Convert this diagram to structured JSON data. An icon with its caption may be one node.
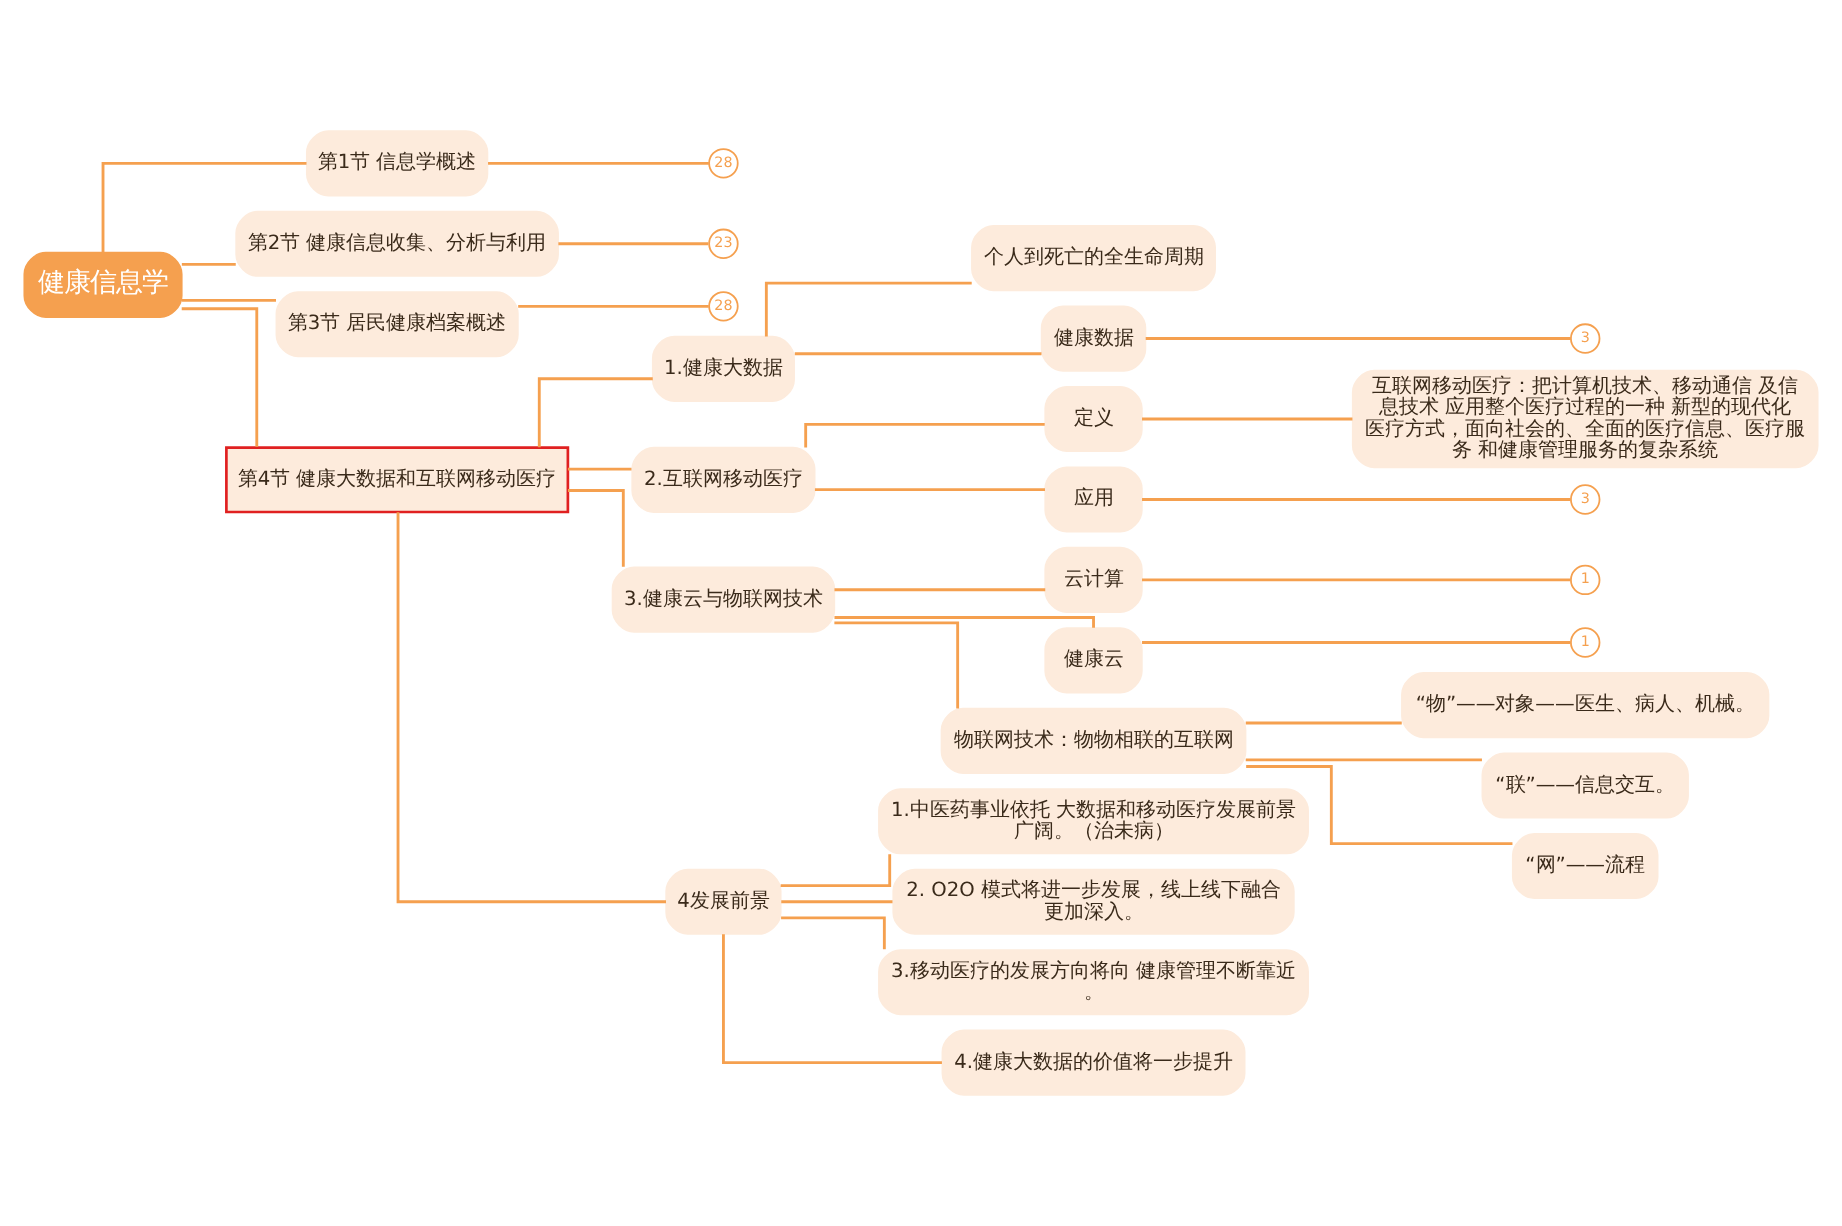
{
  "diagram": {
    "nodes": [
      {
        "text": [
          "健康信息学"
        ]
      },
      {
        "text": [
          "第1节 信息学概述"
        ]
      },
      {
        "text": [
          "28"
        ]
      },
      {
        "text": [
          "第2节 健康信息收集、分析与利用"
        ]
      },
      {
        "text": [
          "23"
        ]
      },
      {
        "text": [
          "第3节 居民健康档案概述"
        ]
      },
      {
        "text": [
          "28"
        ]
      },
      {
        "text": [
          "第4节 健康大数据和互联网移动医疗"
        ]
      },
      {
        "text": [
          "1.健康大数据"
        ]
      },
      {
        "text": [
          "个人到死亡的全生命周期"
        ]
      },
      {
        "text": [
          "健康数据"
        ]
      },
      {
        "text": [
          "3"
        ]
      },
      {
        "text": [
          "2.互联网移动医疗"
        ]
      },
      {
        "text": [
          "定义"
        ]
      },
      {
        "text": [
          "互联网移动医疗：把计算机技术、移动通信 及信息技术 应用整个医疗过程的一种 新型的现代化医疗方式，面向社会的、全面的医疗信息、医疗服务 和健康管理服务的复杂系统"
        ]
      },
      {
        "text": [
          "应用"
        ]
      },
      {
        "text": [
          "3"
        ]
      },
      {
        "text": [
          "3.健康云与物联网技术"
        ]
      },
      {
        "text": [
          "云计算"
        ]
      },
      {
        "text": [
          "1"
        ]
      },
      {
        "text": [
          "健康云"
        ]
      },
      {
        "text": [
          "1"
        ]
      },
      {
        "text": [
          "物联网技术：物物相联的互联网"
        ]
      },
      {
        "text": [
          "“物”——对象——医生、病人、机械。"
        ]
      },
      {
        "text": [
          "“联”——信息交互。"
        ]
      },
      {
        "text": [
          "“网”——流程"
        ]
      },
      {
        "text": [
          "4发展前景"
        ]
      },
      {
        "text": [
          "1.中医药事业依托 大数据和移动医疗发展前景广阔。（治未病）"
        ]
      },
      {
        "text": [
          "2. O2O 模式将进一步发展，线上线下融合更加深入。"
        ]
      },
      {
        "text": [
          "3.移动医疗的发展方向将向 健康管理不断靠近。"
        ]
      },
      {
        "text": [
          "4.健康大数据的价值将一步提升"
        ]
      }
    ],
    "edges": [
      {
        "from": 0,
        "to": 1,
        "arrow": "none"
      },
      {
        "from": 1,
        "to": 2,
        "arrow": "none"
      },
      {
        "from": 0,
        "to": 3,
        "arrow": "none"
      },
      {
        "from": 3,
        "to": 4,
        "arrow": "none"
      },
      {
        "from": 0,
        "to": 5,
        "arrow": "none"
      },
      {
        "from": 5,
        "to": 6,
        "arrow": "none"
      },
      {
        "from": 0,
        "to": 7,
        "arrow": "none"
      },
      {
        "from": 7,
        "to": 8,
        "arrow": "none"
      },
      {
        "from": 8,
        "to": 9,
        "arrow": "none"
      },
      {
        "from": 8,
        "to": 10,
        "arrow": "none"
      },
      {
        "from": 10,
        "to": 11,
        "arrow": "none"
      },
      {
        "from": 7,
        "to": 12,
        "arrow": "none"
      },
      {
        "from": 12,
        "to": 13,
        "arrow": "none"
      },
      {
        "from": 13,
        "to": 14,
        "arrow": "none"
      },
      {
        "from": 12,
        "to": 15,
        "arrow": "none"
      },
      {
        "from": 15,
        "to": 16,
        "arrow": "none"
      },
      {
        "from": 7,
        "to": 17,
        "arrow": "none"
      },
      {
        "from": 17,
        "to": 18,
        "arrow": "none"
      },
      {
        "from": 18,
        "to": 19,
        "arrow": "none"
      },
      {
        "from": 17,
        "to": 20,
        "arrow": "none"
      },
      {
        "from": 20,
        "to": 21,
        "arrow": "none"
      },
      {
        "from": 17,
        "to": 22,
        "arrow": "none"
      },
      {
        "from": 22,
        "to": 23,
        "arrow": "none"
      },
      {
        "from": 22,
        "to": 24,
        "arrow": "none"
      },
      {
        "from": 22,
        "to": 25,
        "arrow": "none"
      },
      {
        "from": 7,
        "to": 26,
        "arrow": "none"
      },
      {
        "from": 26,
        "to": 27,
        "arrow": "none"
      },
      {
        "from": 26,
        "to": 28,
        "arrow": "none"
      },
      {
        "from": 26,
        "to": 29,
        "arrow": "none"
      },
      {
        "from": 26,
        "to": 30,
        "arrow": "none"
      }
    ]
  }
}
